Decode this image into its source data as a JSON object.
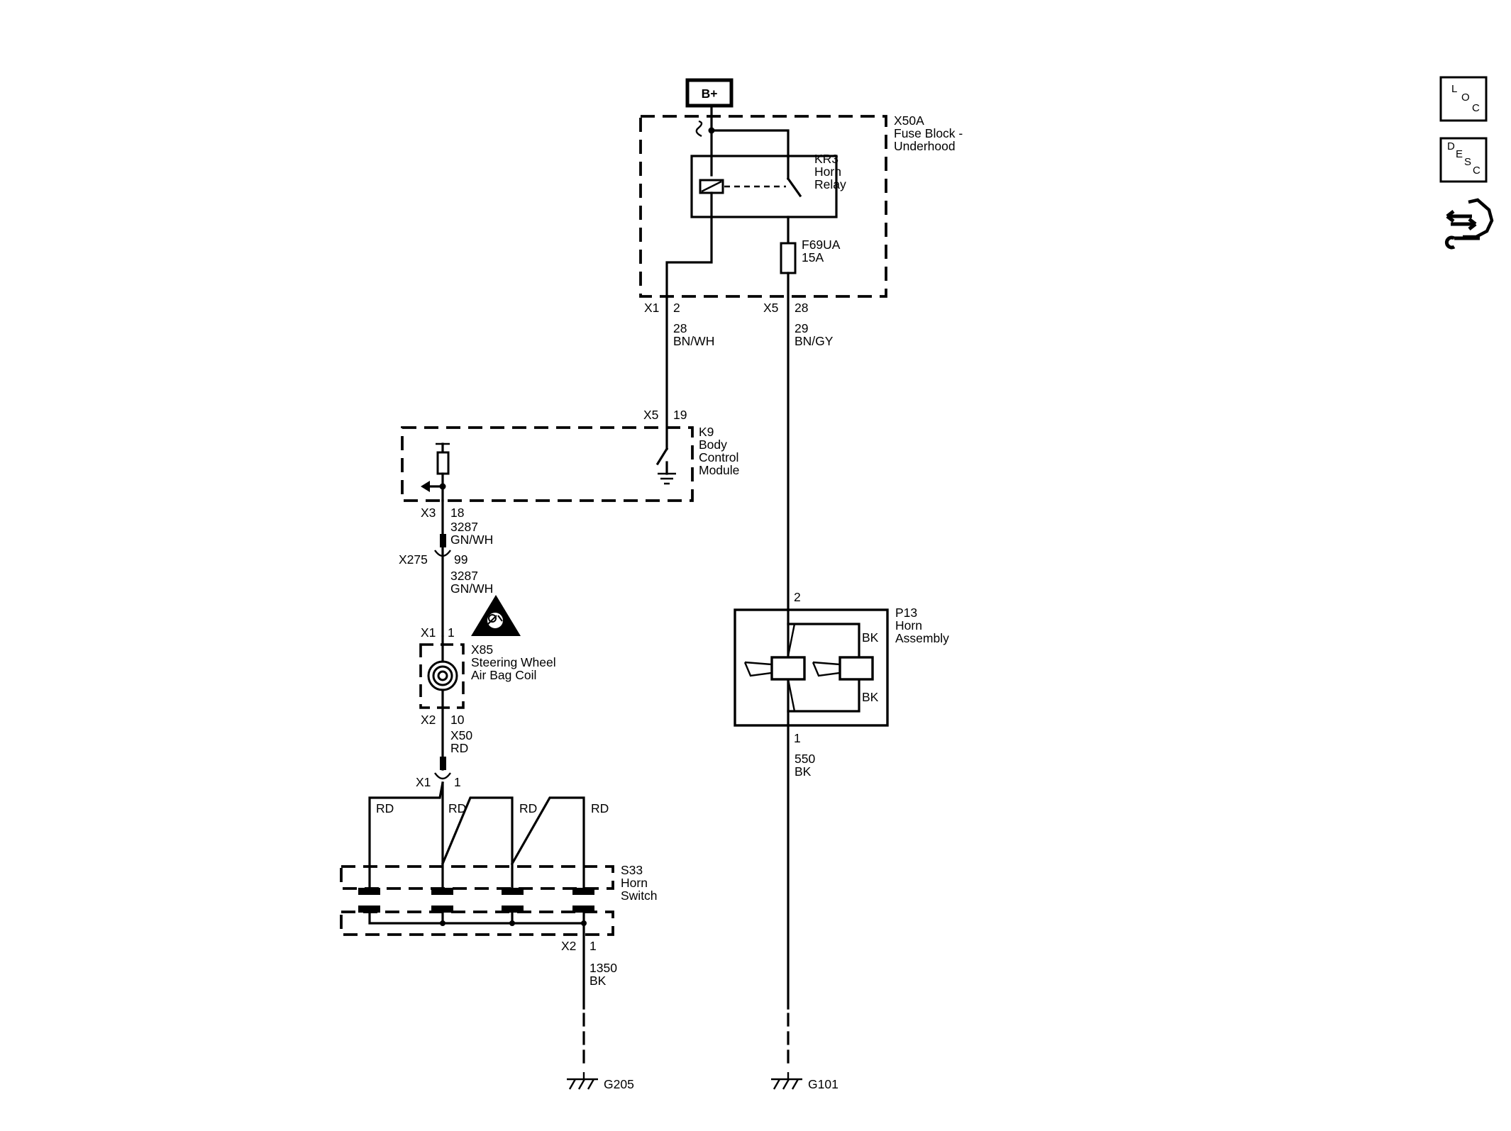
{
  "battery": {
    "label": "B+"
  },
  "fuse_block": {
    "id": "X50A",
    "name_line1": "Fuse Block -",
    "name_line2": "Underhood"
  },
  "relay": {
    "id": "KR3",
    "name_line1": "Horn",
    "name_line2": "Relay"
  },
  "fuse": {
    "id": "F69UA",
    "rating": "15A"
  },
  "fuse_block_pins": {
    "left_conn": "X1",
    "left_pin": "2",
    "right_conn": "X5",
    "right_pin": "28"
  },
  "wires": {
    "w28_circuit": "28",
    "w28_color": "BN/WH",
    "w29_circuit": "29",
    "w29_color": "BN/GY",
    "w3287a_circuit": "3287",
    "w3287a_color": "GN/WH",
    "w3287b_circuit": "3287",
    "w3287b_color": "GN/WH",
    "wx50_circuit": "X50",
    "wx50_color": "RD",
    "w550_circuit": "550",
    "w550_color": "BK",
    "w1350_circuit": "1350",
    "w1350_color": "BK"
  },
  "bcm": {
    "id": "K9",
    "name_line1": "Body",
    "name_line2": "Control",
    "name_line3": "Module",
    "top_conn": "X5",
    "top_pin": "19",
    "bottom_conn": "X3",
    "bottom_pin": "18"
  },
  "inline_conn": {
    "id": "X275",
    "pin": "99"
  },
  "airbag_coil": {
    "id": "X85",
    "name_line1": "Steering Wheel",
    "name_line2": "Air Bag Coil",
    "top_conn": "X1",
    "top_pin": "1",
    "bottom_conn": "X2",
    "bottom_pin": "10"
  },
  "horn_switch": {
    "id": "S33",
    "name_line1": "Horn",
    "name_line2": "Switch",
    "top_conn": "X1",
    "top_pin": "1",
    "bottom_conn": "X2",
    "bottom_pin": "1",
    "branch_colors": [
      "RD",
      "RD",
      "RD",
      "RD"
    ]
  },
  "horn": {
    "id": "P13",
    "name_line1": "Horn",
    "name_line2": "Assembly",
    "top_pin": "2",
    "bottom_pin": "1",
    "inner_top_color": "BK",
    "inner_bottom_color": "BK"
  },
  "grounds": {
    "left": "G205",
    "right": "G101"
  },
  "toolbar": {
    "loc": [
      "L",
      "O",
      "C"
    ],
    "desc": [
      "D",
      "E",
      "S",
      "C"
    ]
  }
}
